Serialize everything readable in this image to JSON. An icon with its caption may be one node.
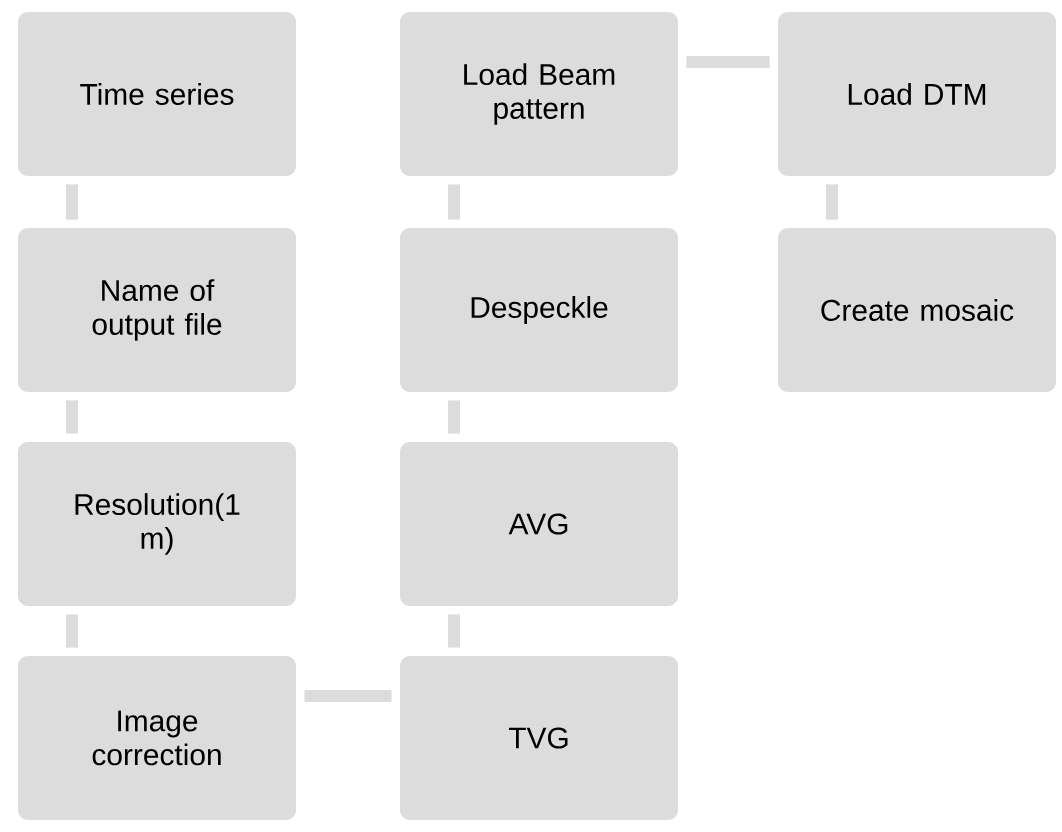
{
  "diagram": {
    "nodes": [
      {
        "text": [
          "Time series"
        ]
      },
      {
        "text": [
          "Name of output file"
        ]
      },
      {
        "text": [
          "Resolution(1 m)"
        ]
      },
      {
        "text": [
          "Image correction"
        ]
      },
      {
        "text": [
          "Load Beam pattern"
        ]
      },
      {
        "text": [
          "Despeckle"
        ]
      },
      {
        "text": [
          "AVG"
        ]
      },
      {
        "text": [
          "TVG"
        ]
      },
      {
        "text": [
          "Load DTM"
        ]
      },
      {
        "text": [
          "Create mosaic"
        ]
      }
    ],
    "edges": [
      {
        "from": 0,
        "to": 1,
        "arrow": "none"
      },
      {
        "from": 1,
        "to": 2,
        "arrow": "none"
      },
      {
        "from": 2,
        "to": 3,
        "arrow": "none"
      },
      {
        "from": 3,
        "to": 7,
        "arrow": "none"
      },
      {
        "from": 4,
        "to": 5,
        "arrow": "none"
      },
      {
        "from": 5,
        "to": 6,
        "arrow": "none"
      },
      {
        "from": 6,
        "to": 7,
        "arrow": "none"
      },
      {
        "from": 4,
        "to": 8,
        "arrow": "none"
      },
      {
        "from": 8,
        "to": 9,
        "arrow": "none"
      }
    ]
  }
}
